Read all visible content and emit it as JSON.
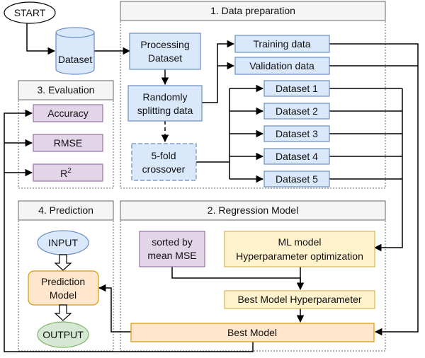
{
  "start": "START",
  "dataset": "Dataset",
  "sections": {
    "data_preparation": "1. Data preparation",
    "evaluation": "3. Evaluation",
    "prediction": "4. Prediction",
    "regression_model": "2. Regression Model"
  },
  "prep": {
    "processing_line1": "Processing",
    "processing_line2": "Dataset",
    "splitting_line1": "Randomly",
    "splitting_line2": "splitting data",
    "crossover_line1": "5-fold",
    "crossover_line2": "crossover",
    "training": "Training data",
    "validation": "Validation data",
    "folds": [
      "Dataset 1",
      "Dataset 2",
      "Dataset 3",
      "Dataset 4",
      "Dataset 5"
    ]
  },
  "evaluation": {
    "accuracy": "Accuracy",
    "rmse": "RMSE",
    "r2_base": "R",
    "r2_sup": "2"
  },
  "prediction": {
    "input": "INPUT",
    "model_line1": "Prediction",
    "model_line2": "Model",
    "output": "OUTPUT"
  },
  "regression": {
    "sorted_line1": "sorted by",
    "sorted_line2": "mean MSE",
    "ml_line1": "ML model",
    "ml_line2": "Hyperparameter optimization",
    "best_hyper": "Best Model Hyperparameter",
    "best_model": "Best Model"
  },
  "colors": {
    "blue_fill": "#dae8fc",
    "blue_stroke": "#6c8ebf",
    "purple_fill": "#e1d5e7",
    "purple_stroke": "#9673a6",
    "yellow_fill": "#fff2cc",
    "yellow_stroke": "#d6b656",
    "orange_fill": "#ffe6cc",
    "orange_stroke": "#d79b00",
    "green_fill": "#d5e8d4",
    "green_stroke": "#82b366",
    "header_fill": "#f5f5f5"
  }
}
